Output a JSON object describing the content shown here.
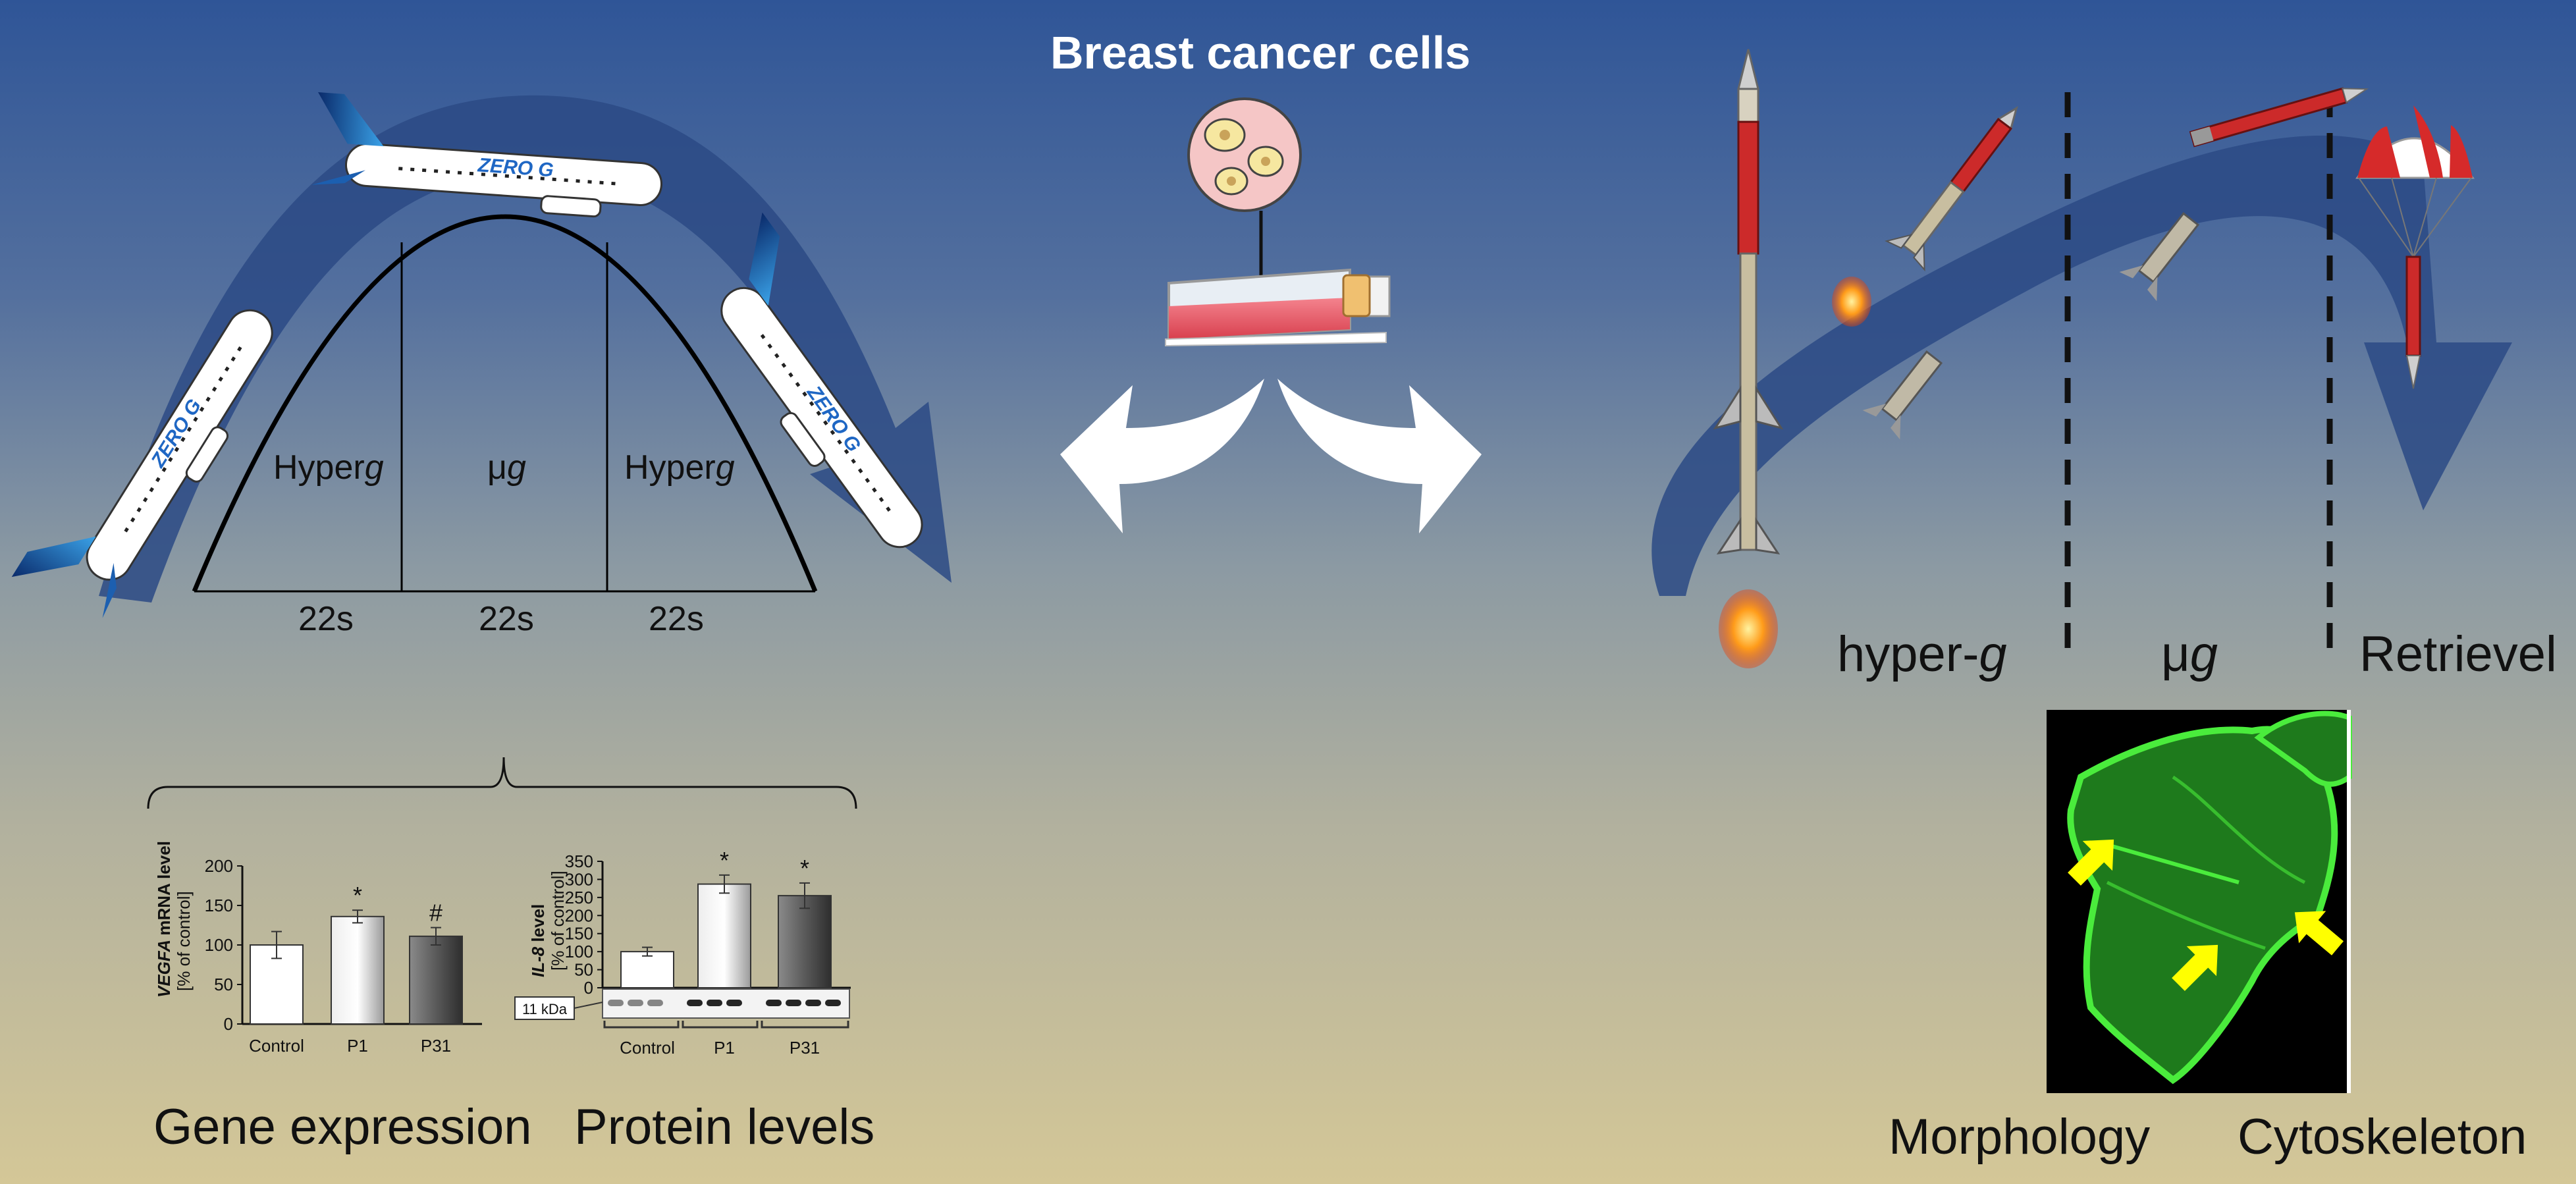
{
  "title": "Breast cancer cells",
  "parabolic_flight": {
    "phases": [
      "Hyperg",
      "μg",
      "Hyperg"
    ],
    "durations": [
      "22s",
      "22s",
      "22s"
    ],
    "aircraft_label": "ZERO G"
  },
  "rocket": {
    "phases": [
      "hyper-g",
      "μg",
      "Retrievel"
    ]
  },
  "charts": [
    {
      "type": "bar",
      "ylabel_italic": "VEGFA",
      "ylabel_rest": "mRNA level",
      "ylabel_sub": "[% of control]",
      "yticks": [
        0,
        50,
        100,
        150,
        200
      ],
      "ylim": [
        0,
        200
      ],
      "categories": [
        "Control",
        "P1",
        "P31"
      ],
      "values": [
        100,
        136,
        111
      ],
      "errors": [
        17,
        8,
        11
      ],
      "annotations": [
        "",
        "*",
        "#"
      ]
    },
    {
      "type": "bar",
      "ylabel_italic": "IL-8",
      "ylabel_rest": "level",
      "ylabel_sub": "[% of control]",
      "yticks": [
        0,
        50,
        100,
        150,
        200,
        250,
        300,
        350
      ],
      "ylim": [
        0,
        350
      ],
      "categories": [
        "Control",
        "P1",
        "P31"
      ],
      "values": [
        100,
        287,
        255
      ],
      "errors": [
        12,
        25,
        35
      ],
      "annotations": [
        "",
        "*",
        "*"
      ],
      "blot_label": "11 kDa"
    }
  ],
  "chart_data": [
    {
      "type": "bar",
      "categories": [
        "Control",
        "P1",
        "P31"
      ],
      "values": [
        100,
        136,
        111
      ],
      "ylabel": "VEGFA mRNA level [% of control]",
      "ylim": [
        0,
        200
      ]
    },
    {
      "type": "bar",
      "categories": [
        "Control",
        "P1",
        "P31"
      ],
      "values": [
        100,
        287,
        255
      ],
      "ylabel": "IL-8 level [% of control]",
      "ylim": [
        0,
        350
      ]
    }
  ],
  "bottom_labels": {
    "gene": "Gene expression",
    "protein": "Protein levels",
    "morphology": "Morphology",
    "cytoskeleton": "Cytoskeleton"
  },
  "colors": {
    "bg_top": "#2f5597",
    "bg_bottom": "#d4c797",
    "arrow": "#2b4a85",
    "cell_green": "#22c21f",
    "marker_yellow": "#ffff00"
  }
}
